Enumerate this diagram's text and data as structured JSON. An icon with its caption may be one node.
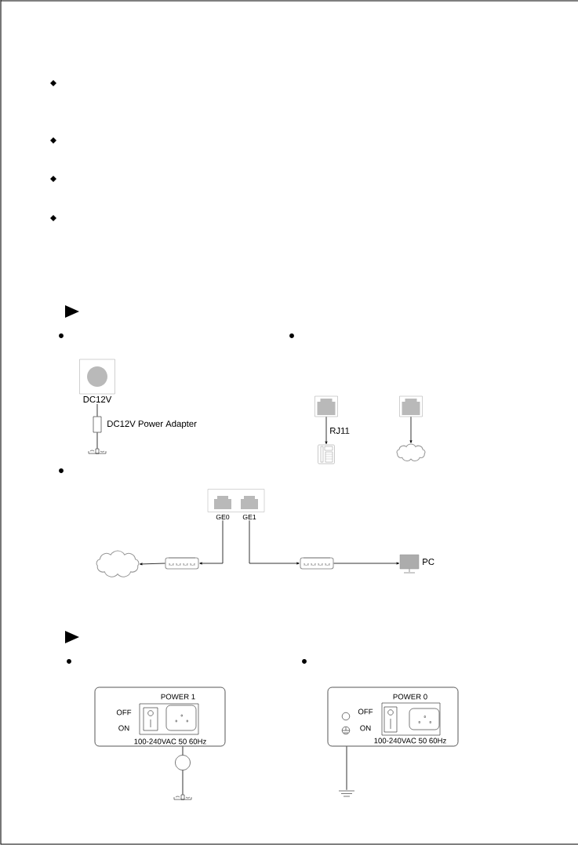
{
  "diagram": {
    "nodes": [
      {
        "text": [
          "DC12V"
        ]
      },
      {
        "text": [],
        "shape": "box",
        "beside": [
          "DC12V Power Adapter"
        ]
      },
      {
        "text": [],
        "shape": "plug"
      },
      {
        "text": [],
        "shape": "box"
      },
      {
        "text": [],
        "shape": "phone"
      },
      {
        "text": [],
        "shape": "box"
      },
      {
        "text": [],
        "shape": "cloud"
      },
      {
        "text": [
          "GE0",
          "GE1"
        ]
      },
      {
        "text": [],
        "shape": "cloud"
      },
      {
        "text": [],
        "shape": "box"
      },
      {
        "text": [],
        "shape": "box"
      },
      {
        "text": [],
        "shape": "monitor",
        "beside": [
          "PC"
        ]
      },
      {
        "text": [
          "POWER 1",
          "OFF",
          "ON",
          "100-240VAC 50 60Hz"
        ]
      },
      {
        "text": [],
        "shape": "circle"
      },
      {
        "text": [],
        "shape": "plug"
      },
      {
        "text": [
          "POWER 0",
          "OFF",
          "ON",
          "100-240VAC 50 60Hz"
        ]
      },
      {
        "text": [],
        "shape": "ground"
      }
    ],
    "edges": [
      {
        "from": 0,
        "to": 1,
        "arrow": "none"
      },
      {
        "from": 1,
        "to": 2,
        "arrow": "none"
      },
      {
        "from": 3,
        "to": 4,
        "arrow": "to",
        "label": "RJ11"
      },
      {
        "from": 5,
        "to": 6,
        "arrow": "to"
      },
      {
        "from": 7,
        "to": 9,
        "arrow": "to"
      },
      {
        "from": 9,
        "to": 8,
        "arrow": "to"
      },
      {
        "from": 7,
        "to": 10,
        "arrow": "to"
      },
      {
        "from": 10,
        "to": 11,
        "arrow": "to"
      },
      {
        "from": 12,
        "to": 13,
        "arrow": "none"
      },
      {
        "from": 13,
        "to": 14,
        "arrow": "none"
      },
      {
        "from": 15,
        "to": 16,
        "arrow": "none"
      }
    ]
  }
}
